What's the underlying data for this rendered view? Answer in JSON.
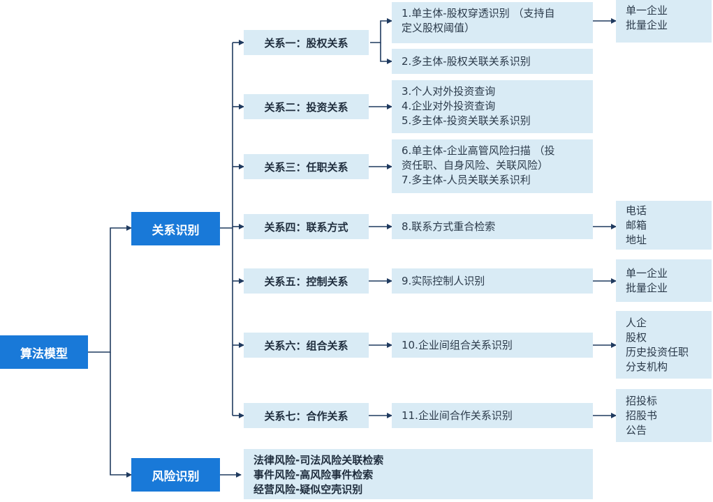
{
  "root": {
    "label": "算法模型"
  },
  "level1": [
    {
      "label": "关系识别"
    },
    {
      "label": "风险识别"
    }
  ],
  "relations": [
    {
      "label": "关系一：股权关系"
    },
    {
      "label": "关系二：投资关系"
    },
    {
      "label": "关系三：任职关系"
    },
    {
      "label": "关系四：联系方式"
    },
    {
      "label": "关系五：控制关系"
    },
    {
      "label": "关系六：组合关系"
    },
    {
      "label": "关系七：合作关系"
    }
  ],
  "descriptions": [
    {
      "lines": [
        "1.单主体-股权穿透识别 （支持自",
        "定义股权阈值）"
      ]
    },
    {
      "lines": [
        "2.多主体-股权关联关系识别"
      ]
    },
    {
      "lines": [
        "3.个人对外投资查询",
        "4.企业对外投资查询",
        "5.多主体-投资关联关系识别"
      ]
    },
    {
      "lines": [
        "6.单主体-企业高管风险扫描 （投",
        "资任职、自身风险、关联风险）",
        "7.多主体-人员关联关系识利"
      ]
    },
    {
      "lines": [
        "8.联系方式重合检索"
      ]
    },
    {
      "lines": [
        "9.实际控制人识别"
      ]
    },
    {
      "lines": [
        "10.企业间组合关系识别"
      ]
    },
    {
      "lines": [
        "11.企业间合作关系识别"
      ]
    }
  ],
  "leaves": [
    {
      "lines": [
        "单一企业",
        "批量企业"
      ]
    },
    {
      "lines": [
        "电话",
        "邮箱",
        "地址"
      ]
    },
    {
      "lines": [
        "单一企业",
        "批量企业"
      ]
    },
    {
      "lines": [
        "人企",
        "股权",
        "历史投资任职",
        "分支机构"
      ]
    },
    {
      "lines": [
        "招投标",
        "招股书",
        "公告"
      ]
    }
  ],
  "risks": {
    "lines": [
      "法律风险-司法风险关联检索",
      "事件风险-高风险事件检索",
      "经营风险-疑似空壳识别"
    ]
  },
  "colors": {
    "primary": "#1979d8",
    "box": "#d9ebf5",
    "connector": "#1f3a5f"
  }
}
